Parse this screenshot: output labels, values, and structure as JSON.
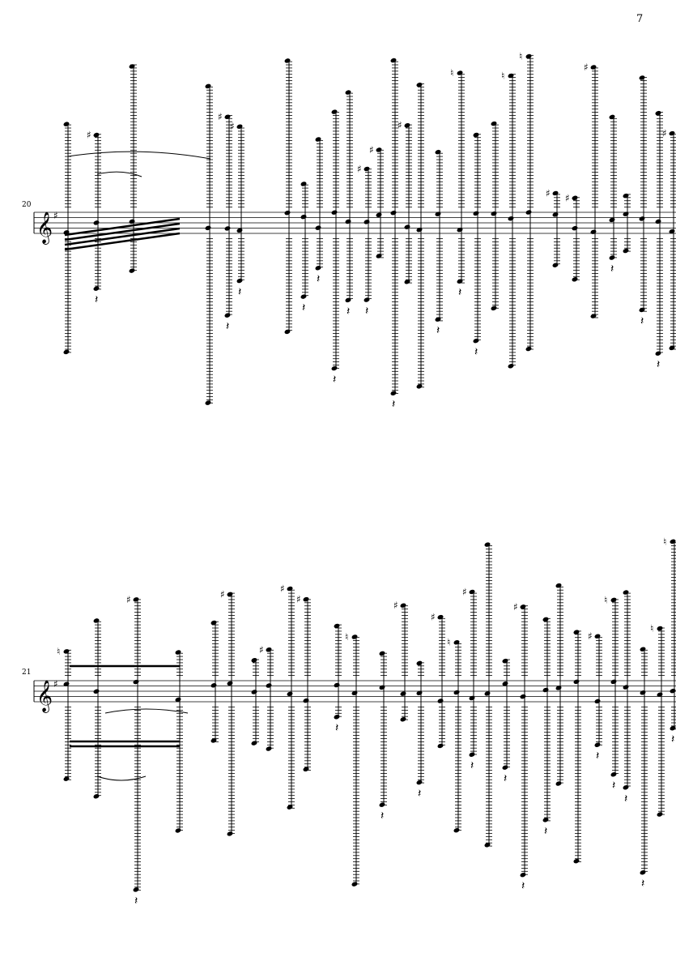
{
  "page": {
    "page_number": "7",
    "ink_color": "#000000",
    "paper_color": "#ffffff"
  },
  "systems": [
    {
      "measure_number": "20",
      "clef": "treble-clef",
      "key_signature": "one-sharp"
    },
    {
      "measure_number": "21",
      "clef": "treble-clef",
      "key_signature": "one-sharp"
    }
  ]
}
